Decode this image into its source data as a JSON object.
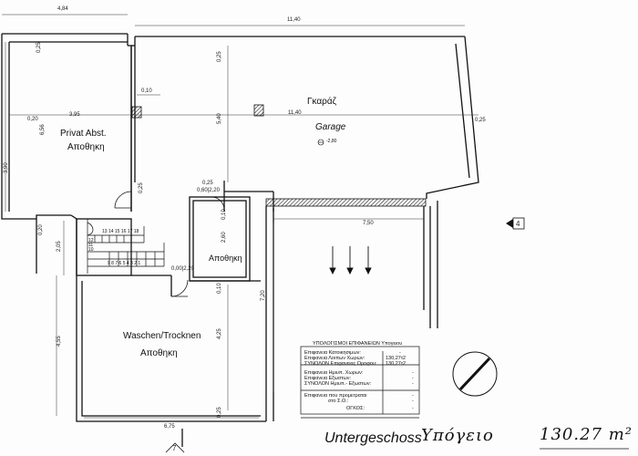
{
  "rooms": {
    "privat_de": "Privat Abst.",
    "privat_gr": "Αποθηκη",
    "garage_gr": "Γκαράζ",
    "garage_de": "Garage",
    "storage_mid": "Αποθηκη",
    "laundry_de": "Waschen/Trocknen",
    "laundry_gr": "Αποθηκη"
  },
  "dimensions": {
    "top_left_width": "4,84",
    "top_total": "11,40",
    "top_inset_a": "0,25",
    "top_inset_b": "0,25",
    "mid_depth_small": "0,10",
    "left_wall": "0,20",
    "left_room_width": "3,95",
    "left_room_depth": "6,56",
    "garage_width": "11,40",
    "garage_right_wall": "0,25",
    "garage_depth": "5,40",
    "left_outer_depth": "3,90",
    "left_stub": "0,20",
    "stair_depth": "2,05",
    "level_a": "0,25",
    "level_a_val": "0,60|2,20",
    "level_b": "0,25",
    "level_b_val": "0,00|2,20",
    "store_wall": "0,10",
    "store_depth": "2,60",
    "ramp_width": "7,50",
    "ramp_depth": "7,20",
    "laundry_wall": "0,10",
    "laundry_height": "4,55",
    "laundry_depth": "4,25",
    "laundry_bottom_wall": "0,25",
    "laundry_width": "6,75",
    "garage_level": "-2,80"
  },
  "section_marker": "4",
  "bottom_marker": "7",
  "table": {
    "title": "ΥΠΟΛΟΓΙΣΜΟΙ ΕΠΙΦΑΝΕΙΩΝ Υπογειου",
    "rows": [
      {
        "label": "Επιφανεια Κατοικησιμων:",
        "value": "-"
      },
      {
        "label": "Επιφανεια Λοιπων Χωρων:",
        "value": "130,27τ2"
      },
      {
        "label": "ΣΥΝΟΛΟΝ Επιφανειας Οροφου:",
        "value": "130,27τ2"
      },
      {
        "label": "Επιφανεια Ημιυπ. Χωρων:",
        "value": "-"
      },
      {
        "label": "Επιφανεια Εξωστων:",
        "value": "-"
      },
      {
        "label": "ΣΥΝΟΛΟΝ Ημιυπ.- Εξωστων:",
        "value": "-"
      },
      {
        "label": "Επιφανεια που προμετραται",
        "value": "-"
      },
      {
        "label": "στο Σ.Ο.:",
        "value": "-"
      },
      {
        "label": "ΟΓΚΟΣ:",
        "value": "-"
      }
    ]
  },
  "footer": {
    "title": "Untergeschoss",
    "greek": "Υπόγειο",
    "area": "130.27 m²"
  },
  "stair_numbers": [
    "13",
    "14",
    "15",
    "16",
    "17",
    "18",
    "12",
    "11",
    "10",
    "9",
    "8",
    "7",
    "6",
    "5",
    "4",
    "3",
    "2",
    "1"
  ]
}
